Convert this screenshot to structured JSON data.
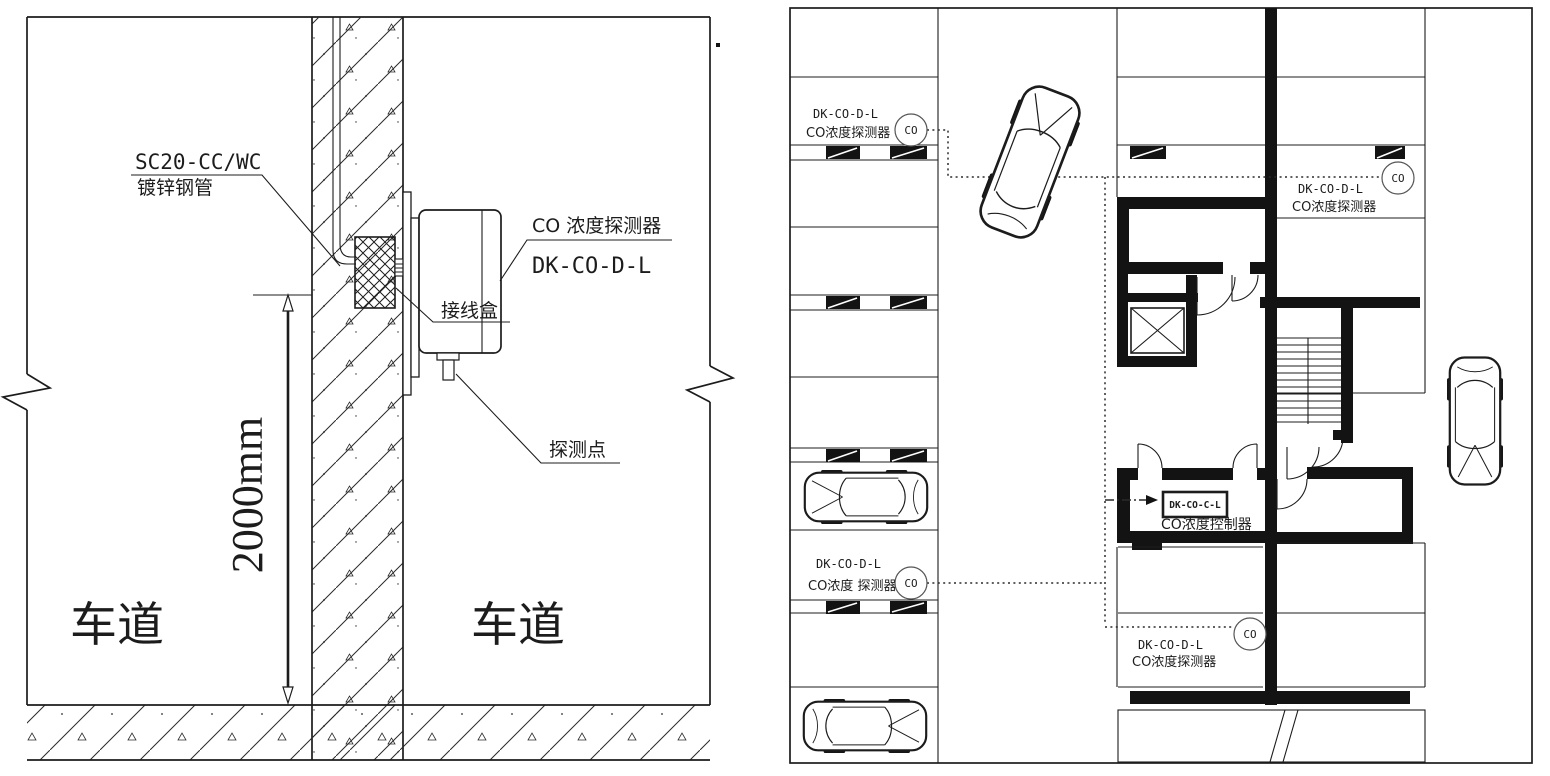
{
  "detail": {
    "conduit_label": {
      "line1": "SC20-CC/WC",
      "line2": "镀锌钢管"
    },
    "detector_label": {
      "line1": "CO 浓度探测器",
      "line2": "DK-CO-D-L"
    },
    "junction_box_label": "接线盒",
    "detection_point_label": "探测点",
    "dimension_label": "2000mm",
    "lane_left": "车道",
    "lane_right": "车道"
  },
  "plan": {
    "detector_top_left": {
      "model": "DK-CO-D-L",
      "name": "CO浓度探测器",
      "symbol": "CO"
    },
    "detector_top_right": {
      "model": "DK-CO-D-L",
      "name": "CO浓度探测器",
      "symbol": "CO"
    },
    "detector_mid_left": {
      "model": "DK-CO-D-L",
      "name": "CO浓度 探测器",
      "symbol": "CO"
    },
    "detector_bottom": {
      "model": "DK-CO-D-L",
      "name": "CO浓度探测器",
      "symbol": "CO"
    },
    "controller": {
      "model": "DK-CO-C-L",
      "name": "CO浓度控制器"
    }
  },
  "colors": {
    "line": "#1c1c1c",
    "background": "#ffffff"
  }
}
